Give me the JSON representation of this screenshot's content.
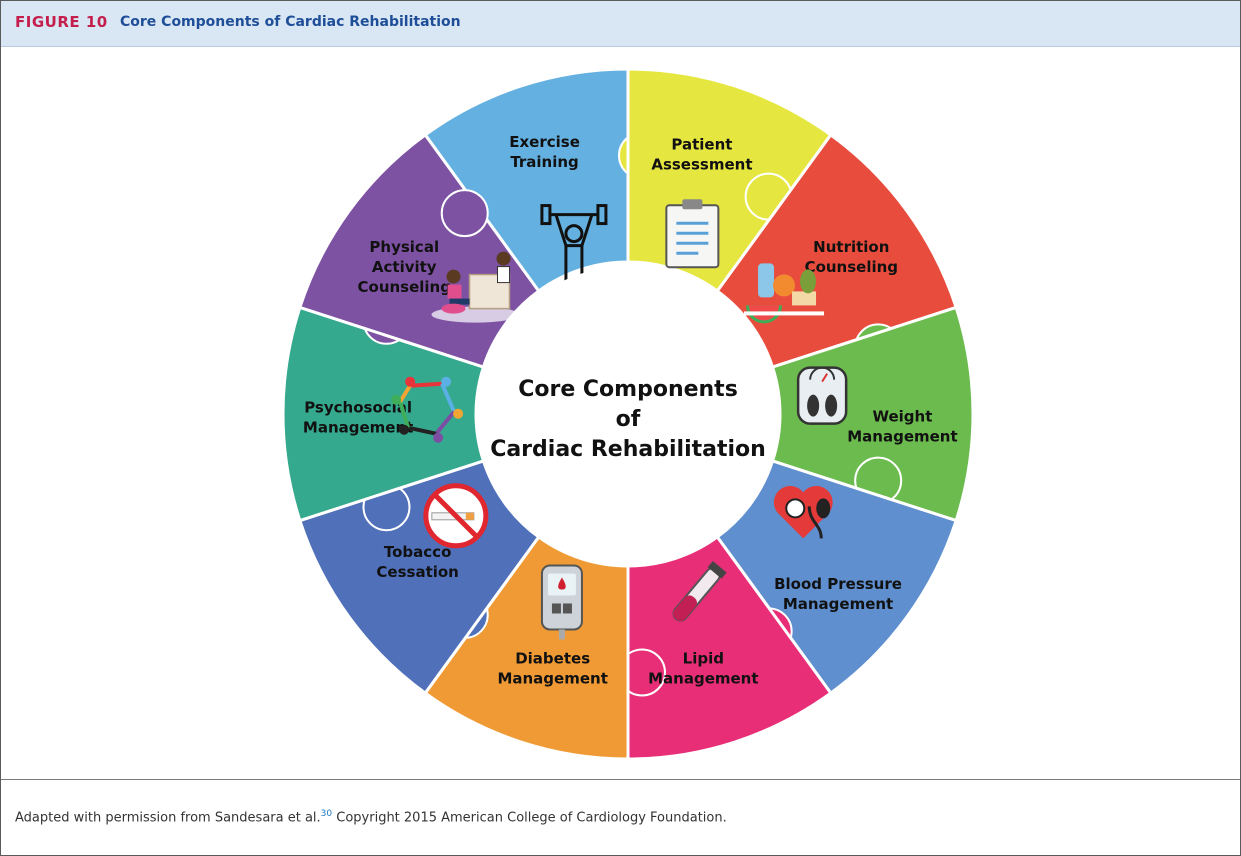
{
  "header": {
    "figure_label": "FIGURE 10",
    "title": "Core Components of Cardiac Rehabilitation"
  },
  "center": {
    "line1": "Core Components",
    "line2": "of",
    "line3": "Cardiac Rehabilitation"
  },
  "segments": [
    {
      "id": "exercise",
      "lines": [
        "Exercise",
        "Training"
      ],
      "color": "#64b1e1",
      "icon": "weightlifter-icon"
    },
    {
      "id": "assessment",
      "lines": [
        "Patient",
        "Assessment"
      ],
      "color": "#e6e640",
      "icon": "clipboard-icon"
    },
    {
      "id": "nutrition",
      "lines": [
        "Nutrition",
        "Counseling"
      ],
      "color": "#e84c3d",
      "icon": "food-icon"
    },
    {
      "id": "weight",
      "lines": [
        "Weight",
        "Management"
      ],
      "color": "#6cbb4e",
      "icon": "scale-icon"
    },
    {
      "id": "bp",
      "lines": [
        "Blood Pressure",
        "Management"
      ],
      "color": "#5f8fce",
      "icon": "blood-pressure-cuff-icon"
    },
    {
      "id": "lipid",
      "lines": [
        "Lipid",
        "Management"
      ],
      "color": "#e82e77",
      "icon": "test-tube-icon"
    },
    {
      "id": "diabetes",
      "lines": [
        "Diabetes",
        "Management"
      ],
      "color": "#f09a35",
      "icon": "glucose-meter-icon"
    },
    {
      "id": "tobacco",
      "lines": [
        "Tobacco",
        "Cessation"
      ],
      "color": "#5070ba",
      "icon": "no-smoking-icon"
    },
    {
      "id": "psychosocial",
      "lines": [
        "Psychosocial",
        "Management"
      ],
      "color": "#35a98e",
      "icon": "people-circle-icon"
    },
    {
      "id": "physical",
      "lines": [
        "Physical",
        "Activity",
        "Counseling"
      ],
      "color": "#7e52a3",
      "icon": "counseling-desk-icon"
    }
  ],
  "caption": {
    "text": "Adapted with permission from Sandesara et al.",
    "ref": "30",
    "text2": " Copyright 2015 American College of Cardiology Foundation."
  }
}
